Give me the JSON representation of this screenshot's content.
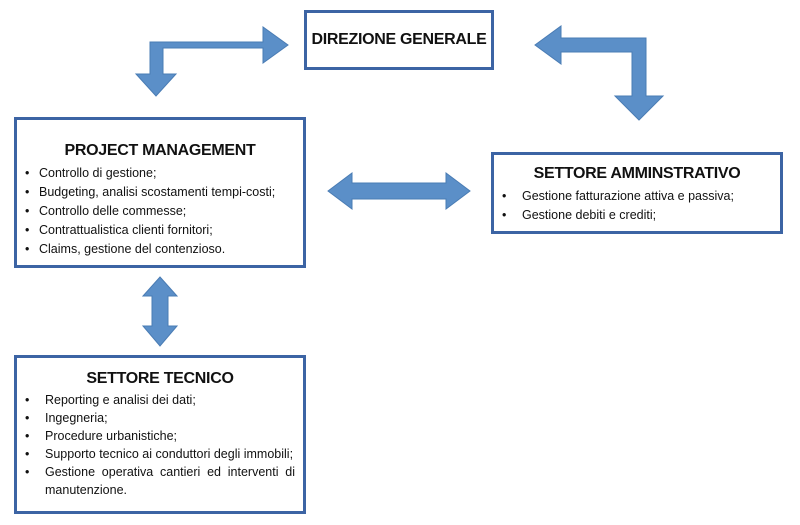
{
  "direzione_generale": {
    "title": "DIREZIONE GENERALE"
  },
  "project_management": {
    "title": "PROJECT MANAGEMENT",
    "items": [
      "Controllo di gestione;",
      "Budgeting, analisi scostamenti tempi-costi;",
      "Controllo delle commesse;",
      "Contrattualistica clienti fornitori;",
      "Claims, gestione del contenzioso."
    ]
  },
  "settore_amministrativo": {
    "title": "SETTORE AMMINSTRATIVO",
    "items": [
      "Gestione fatturazione attiva e passiva;",
      "Gestione debiti e crediti;"
    ]
  },
  "settore_tecnico": {
    "title": "SETTORE TECNICO",
    "items": [
      "Reporting e analisi dei dati;",
      "Ingegneria;",
      "Procedure urbanistiche;",
      "Supporto tecnico ai conduttori degli immobili;",
      "Gestione operativa cantieri ed interventi di manutenzione."
    ]
  },
  "colors": {
    "box_border": "#3c64a4",
    "arrow_fill": "#5b8fc8"
  }
}
